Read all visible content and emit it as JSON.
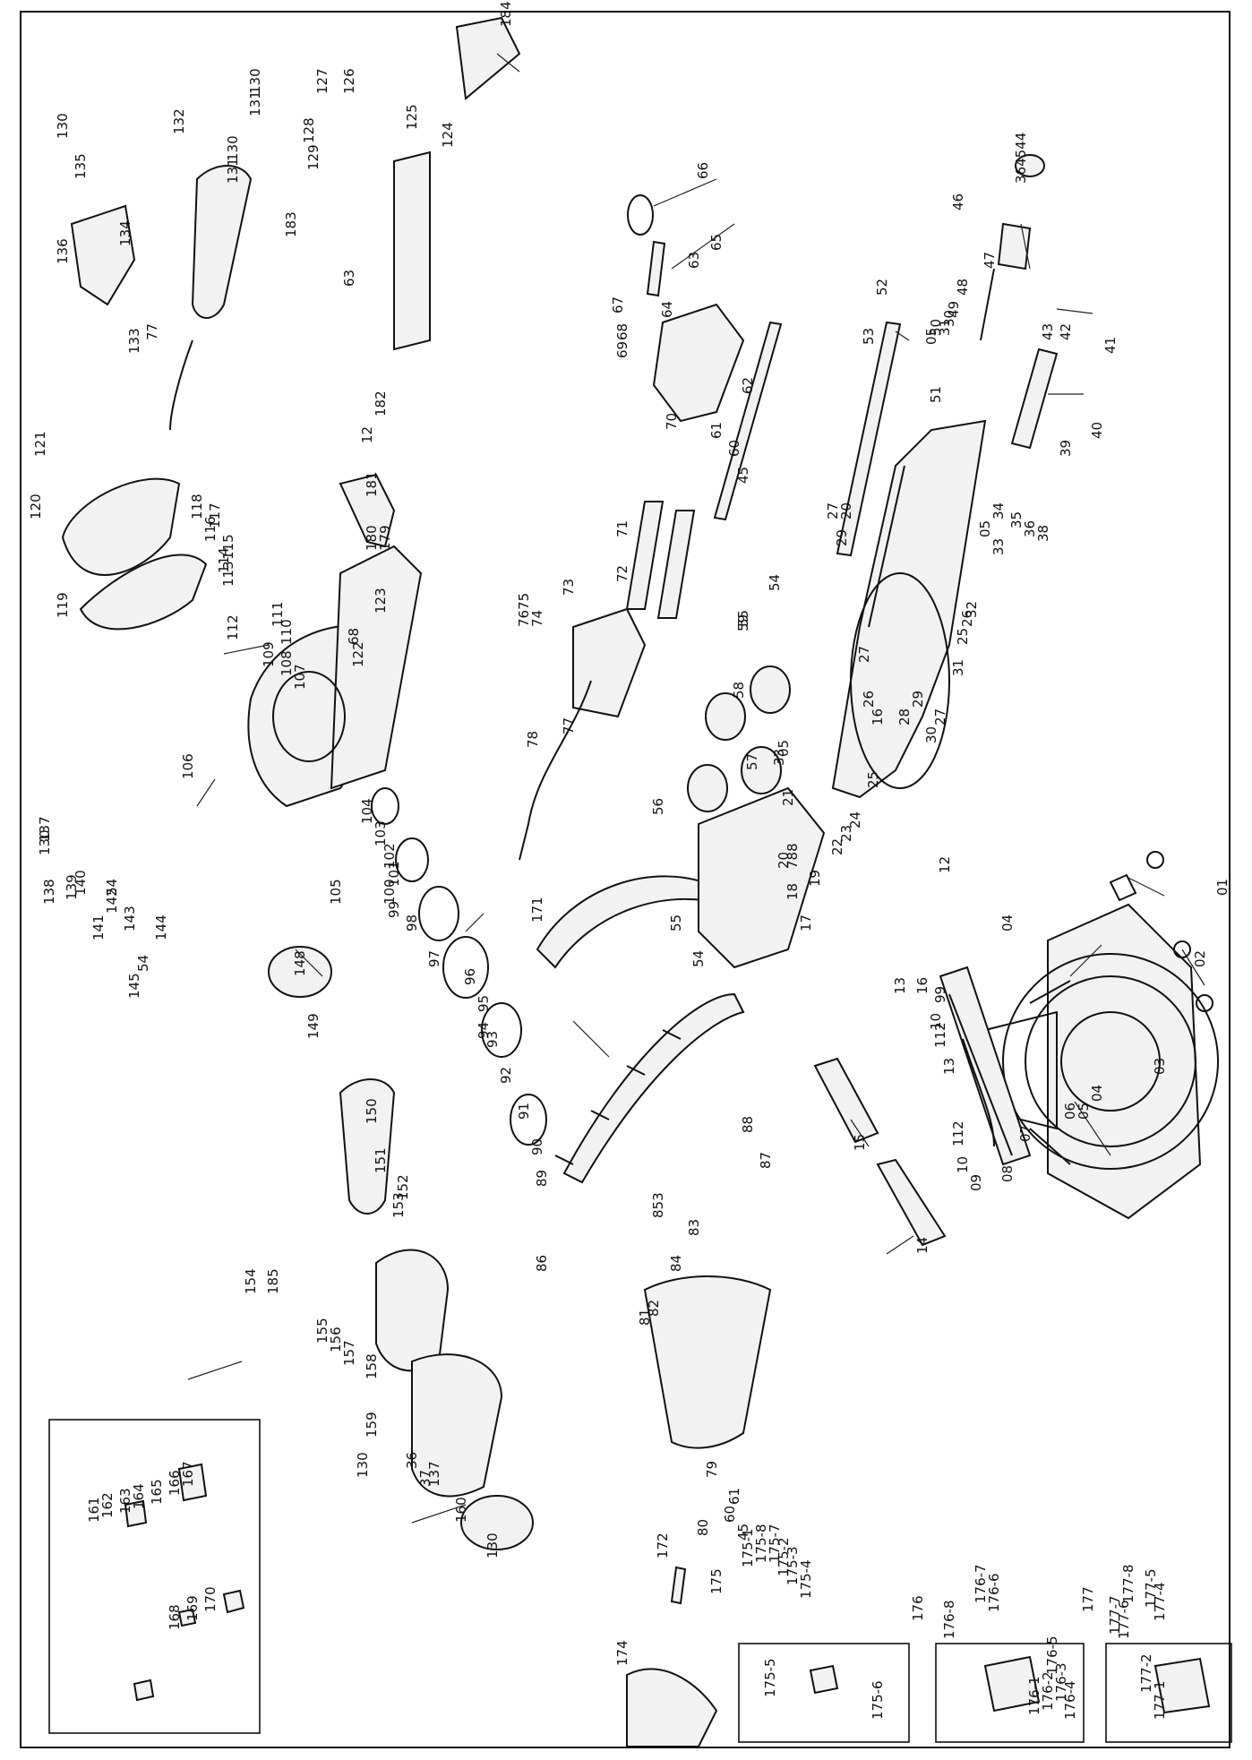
{
  "labels": {
    "01": "01",
    "02": "02",
    "03": "03",
    "04": "04",
    "05": "05",
    "06": "06",
    "07": "07",
    "08": "08",
    "09": "09",
    "10": "10",
    "12": "12",
    "13": "13",
    "14": "14",
    "15": "15",
    "16": "16",
    "17": "17",
    "18": "18",
    "19": "19",
    "20": "20",
    "21": "21",
    "22": "22",
    "23": "23",
    "24": "24",
    "25": "25",
    "26": "26",
    "27": "27",
    "28": "28",
    "29": "29",
    "30": "30",
    "32": "32",
    "33": "33",
    "34": "34",
    "35": "35",
    "36": "36",
    "37": "37",
    "38": "38",
    "39": "39",
    "40": "40",
    "41": "41",
    "42": "42",
    "43": "43",
    "44": "44",
    "45": "45",
    "46": "46",
    "47": "47",
    "48": "48",
    "51": "51",
    "52": "52",
    "53": "53",
    "54": "54",
    "55": "55",
    "56": "56",
    "57": "57",
    "58": "58",
    "59": "59",
    "60": "60",
    "61": "61",
    "62": "62",
    "63": "63",
    "64": "64",
    "65": "65",
    "66": "66",
    "67": "67",
    "68": "68",
    "69": "69",
    "70": "70",
    "71": "71",
    "72": "72",
    "73": "73",
    "74": "74",
    "75": "75",
    "77": "77",
    "78": "78",
    "79": "79",
    "80": "80",
    "81": "81",
    "82": "82",
    "83": "83",
    "84": "84",
    "85": "85",
    "86": "86",
    "87": "87",
    "88": "88",
    "89": "89",
    "90": "90",
    "91": "91",
    "92": "92",
    "93": "93",
    "94": "94",
    "95": "95",
    "96": "96",
    "97": "97",
    "98": "98",
    "99": "99",
    "100": "100",
    "101": "101",
    "102": "102",
    "103": "103",
    "104": "104",
    "105": "105",
    "106": "106",
    "107": "107",
    "108": "108",
    "109": "109",
    "110": "110",
    "111": "111",
    "112": "112",
    "113": "113",
    "114": "114",
    "115": "115",
    "116": "116",
    "117": "117",
    "118": "118",
    "119": "119",
    "120": "120",
    "121": "121",
    "122": "122",
    "123": "123",
    "124": "124",
    "125": "125",
    "126": "126",
    "127": "127",
    "128": "128",
    "129": "129",
    "130": "130",
    "131": "131",
    "132": "132",
    "133": "133",
    "134": "134",
    "135": "135",
    "136": "136",
    "137": "137",
    "138": "138",
    "139": "139",
    "140": "140",
    "141": "141",
    "142": "142",
    "143": "143",
    "144": "144",
    "145": "145",
    "148": "148",
    "149": "149",
    "150": "150",
    "151": "151",
    "152": "152",
    "153": "153",
    "154": "154",
    "155": "155",
    "156": "156",
    "157": "157",
    "158": "158",
    "159": "159",
    "160": "160",
    "161": "161",
    "162": "162",
    "163": "163",
    "164": "164",
    "165": "165",
    "166": "166",
    "167": "167",
    "168": "168",
    "169": "169",
    "170": "170",
    "171": "171",
    "172": "172",
    "174": "174",
    "175": "175",
    "176": "176",
    "177": "177",
    "179": "179",
    "180": "180",
    "181": "181",
    "182": "182",
    "183": "183",
    "184": "184",
    "185": "185",
    "175-1": "175-1",
    "175-2": "175-2",
    "175-3": "175-3",
    "175-4": "175-4",
    "175-5": "175-5",
    "175-6": "175-6",
    "175-7": "175-7",
    "175-8": "175-8",
    "176-1": "176-1",
    "176-2": "176-2",
    "176-3": "176-3",
    "176-4": "176-4",
    "176-5": "176-5",
    "176-6": "176-6",
    "176-7": "176-7",
    "176-8": "176-8",
    "177-1": "177-1",
    "177-2": "177-2",
    "177-4": "177-4",
    "177-5": "177-5",
    "177-6": "177-6",
    "177-7": "177-7",
    "177-8": "177-8"
  }
}
